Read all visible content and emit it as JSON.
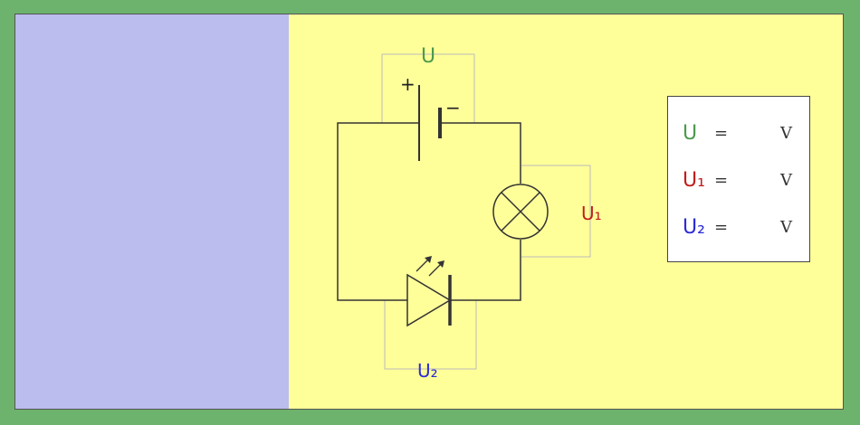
{
  "diagram": {
    "label_u": "U",
    "label_u1": "U₁",
    "label_u2": "U₂",
    "battery_plus": "+",
    "battery_minus": "−"
  },
  "readout": {
    "rows": [
      {
        "label": "U",
        "eq": "=",
        "unit": "V"
      },
      {
        "label": "U₁",
        "eq": "=",
        "unit": "V"
      },
      {
        "label": "U₂",
        "eq": "=",
        "unit": "V"
      }
    ]
  },
  "colors": {
    "u": "#4c9a4c",
    "u1": "#c11d1d",
    "u2": "#2b2bd6",
    "left_panel": "#bbbdee",
    "right_panel": "#ffff9a",
    "frame": "#6db36d"
  }
}
